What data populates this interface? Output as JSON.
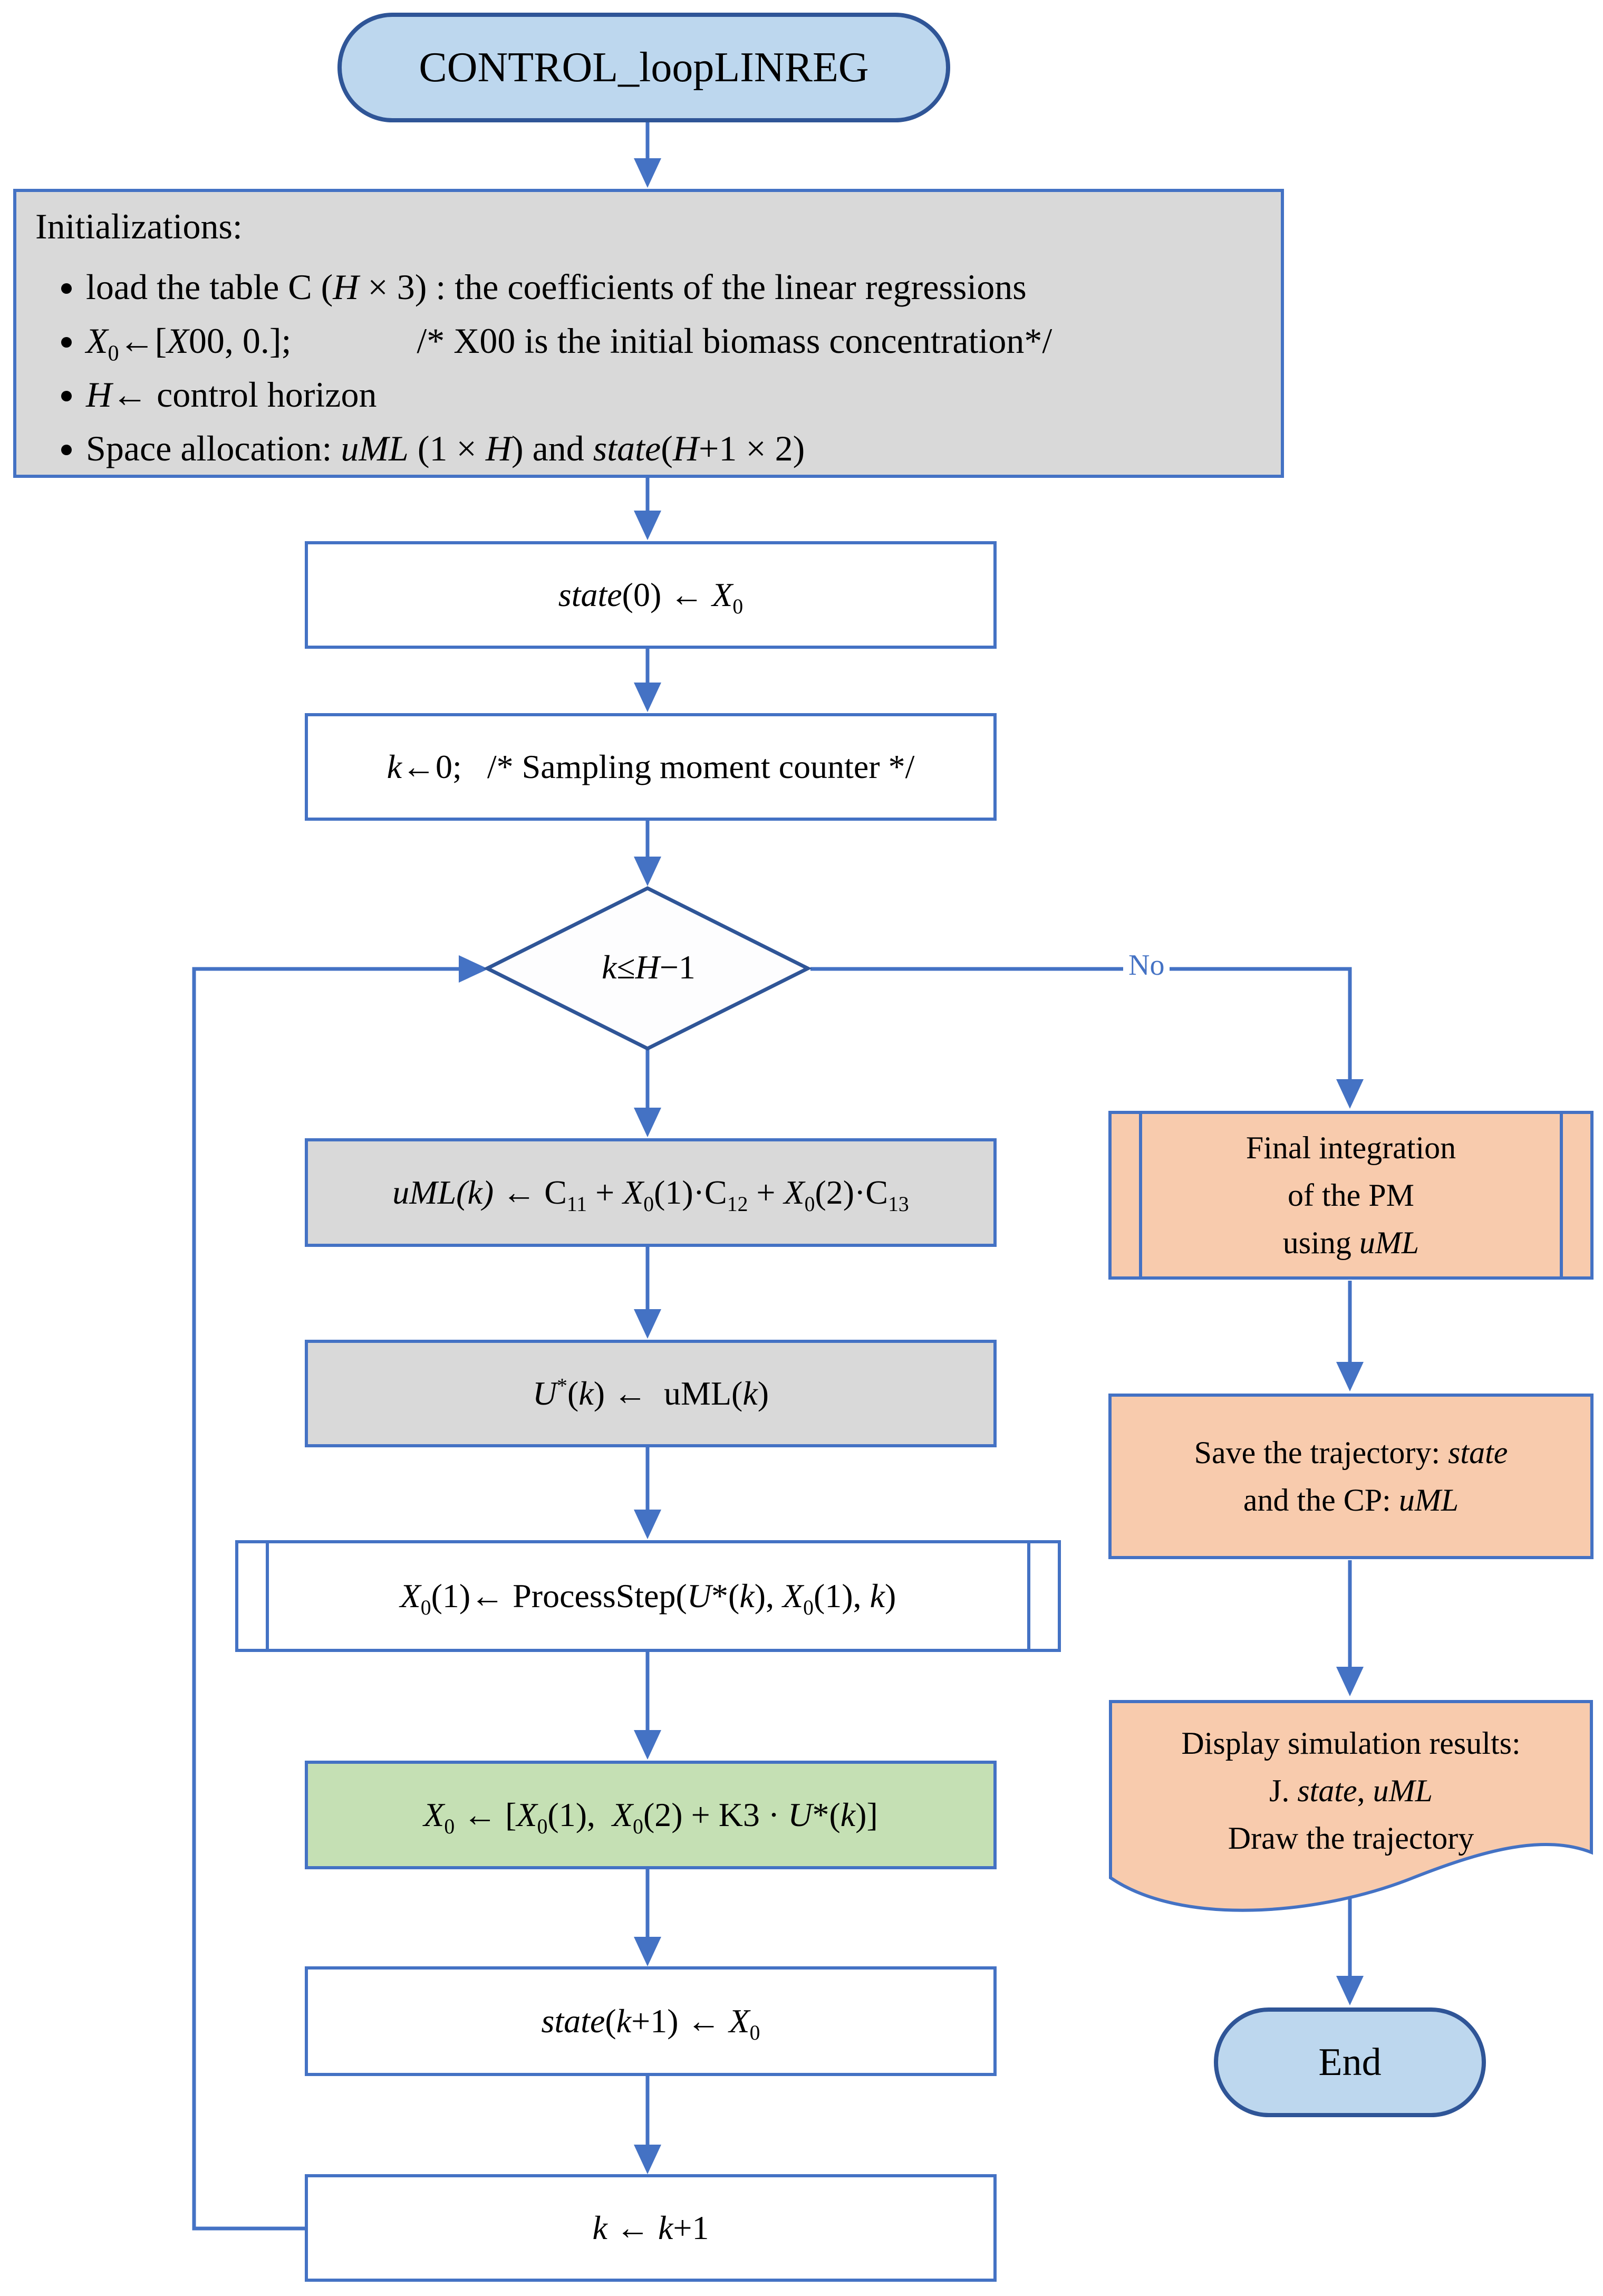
{
  "colors": {
    "arrow": "#4472C4",
    "dark_border": "#2F5597",
    "terminator_fill": "#BDD7EE",
    "gray_fill": "#D9D9D9",
    "green_fill": "#C5E0B4",
    "orange_fill": "#F8CBAD"
  },
  "flow": {
    "start": {
      "label": "CONTROL_loopLINREG"
    },
    "init": {
      "title": "Initializations:",
      "bullets": [
        {
          "runs": [
            {
              "t": "load the table C ("
            },
            {
              "t": "H",
              "i": true
            },
            {
              "t": " × 3) : the coefficients of the linear regressions"
            }
          ]
        },
        {
          "runs": [
            {
              "t": "X",
              "i": true
            },
            {
              "t": "0",
              "b": true
            },
            {
              "t": "←["
            },
            {
              "t": "X",
              "i": true
            },
            {
              "t": "00, 0.];              /* X00 is the initial biomass concentration*/"
            }
          ]
        },
        {
          "runs": [
            {
              "t": "H",
              "i": true
            },
            {
              "t": "← control horizon"
            }
          ]
        },
        {
          "runs": [
            {
              "t": "Space allocation: "
            },
            {
              "t": "uML",
              "i": true
            },
            {
              "t": " (1 × "
            },
            {
              "t": "H",
              "i": true
            },
            {
              "t": ") and "
            },
            {
              "t": "state",
              "i": true
            },
            {
              "t": "("
            },
            {
              "t": "H",
              "i": true
            },
            {
              "t": "+1 × 2)"
            }
          ]
        }
      ]
    },
    "state0": {
      "runs": [
        {
          "t": "state",
          "i": true
        },
        {
          "t": "(0) ← "
        },
        {
          "t": "X",
          "i": true
        },
        {
          "t": "0",
          "b": true
        }
      ]
    },
    "k0": {
      "runs": [
        {
          "t": "k",
          "i": true
        },
        {
          "t": "←0;   /* Sampling moment counter */"
        }
      ]
    },
    "decision": {
      "runs": [
        {
          "t": "k",
          "i": true
        },
        {
          "t": "≤"
        },
        {
          "t": "H",
          "i": true
        },
        {
          "t": "−1"
        }
      ],
      "no_label": "No"
    },
    "uml_calc": {
      "runs": [
        {
          "t": "uML(k)",
          "i": true
        },
        {
          "t": " ← C"
        },
        {
          "t": "11",
          "b": true
        },
        {
          "t": " + "
        },
        {
          "t": "X",
          "i": true
        },
        {
          "t": "0",
          "b": true
        },
        {
          "t": "(1)·C"
        },
        {
          "t": "12",
          "b": true
        },
        {
          "t": " + "
        },
        {
          "t": "X",
          "i": true
        },
        {
          "t": "0",
          "b": true
        },
        {
          "t": "(2)·C"
        },
        {
          "t": "13",
          "b": true
        }
      ]
    },
    "u_star": {
      "runs": [
        {
          "t": "U",
          "i": true
        },
        {
          "t": "*",
          "s": true
        },
        {
          "t": "("
        },
        {
          "t": "k",
          "i": true
        },
        {
          "t": ") ←  uML("
        },
        {
          "t": "k",
          "i": true
        },
        {
          "t": ")"
        }
      ]
    },
    "process_step": {
      "runs": [
        {
          "t": "X",
          "i": true
        },
        {
          "t": "0",
          "b": true
        },
        {
          "t": "(1)← ProcessStep("
        },
        {
          "t": "U",
          "i": true
        },
        {
          "t": "*("
        },
        {
          "t": "k",
          "i": true
        },
        {
          "t": "), "
        },
        {
          "t": "X",
          "i": true
        },
        {
          "t": "0",
          "b": true
        },
        {
          "t": "(1), "
        },
        {
          "t": "k",
          "i": true
        },
        {
          "t": ")"
        }
      ]
    },
    "update_x0": {
      "runs": [
        {
          "t": "X",
          "i": true
        },
        {
          "t": "0",
          "b": true
        },
        {
          "t": " ← ["
        },
        {
          "t": "X",
          "i": true
        },
        {
          "t": "0",
          "b": true
        },
        {
          "t": "(1),  "
        },
        {
          "t": "X",
          "i": true
        },
        {
          "t": "0",
          "b": true
        },
        {
          "t": "(2) + K3 · "
        },
        {
          "t": "U",
          "i": true
        },
        {
          "t": "*("
        },
        {
          "t": "k",
          "i": true
        },
        {
          "t": ")]"
        }
      ]
    },
    "state_k1": {
      "runs": [
        {
          "t": "state",
          "i": true
        },
        {
          "t": "("
        },
        {
          "t": "k",
          "i": true
        },
        {
          "t": "+1) ← "
        },
        {
          "t": "X",
          "i": true
        },
        {
          "t": "0",
          "b": true
        }
      ]
    },
    "k_inc": {
      "runs": [
        {
          "t": "k",
          "i": true
        },
        {
          "t": " ← "
        },
        {
          "t": "k",
          "i": true
        },
        {
          "t": "+1"
        }
      ]
    },
    "final_integration": {
      "lines": [
        {
          "runs": [
            {
              "t": "Final integration"
            }
          ]
        },
        {
          "runs": [
            {
              "t": "of the PM"
            }
          ]
        },
        {
          "runs": [
            {
              "t": "using "
            },
            {
              "t": "uML",
              "i": true
            }
          ]
        }
      ]
    },
    "save_trajectory": {
      "lines": [
        {
          "runs": [
            {
              "t": "Save the trajectory: "
            },
            {
              "t": "state",
              "i": true
            }
          ]
        },
        {
          "runs": [
            {
              "t": "and the CP: "
            },
            {
              "t": "uML",
              "i": true
            }
          ]
        }
      ]
    },
    "display_results": {
      "lines": [
        {
          "runs": [
            {
              "t": "Display simulation results:"
            }
          ]
        },
        {
          "runs": [
            {
              "t": "J. "
            },
            {
              "t": "state",
              "i": true
            },
            {
              "t": ", "
            },
            {
              "t": "uML",
              "i": true
            }
          ]
        },
        {
          "runs": [
            {
              "t": "Draw the trajectory"
            }
          ]
        }
      ]
    },
    "end": {
      "label": "End"
    }
  }
}
